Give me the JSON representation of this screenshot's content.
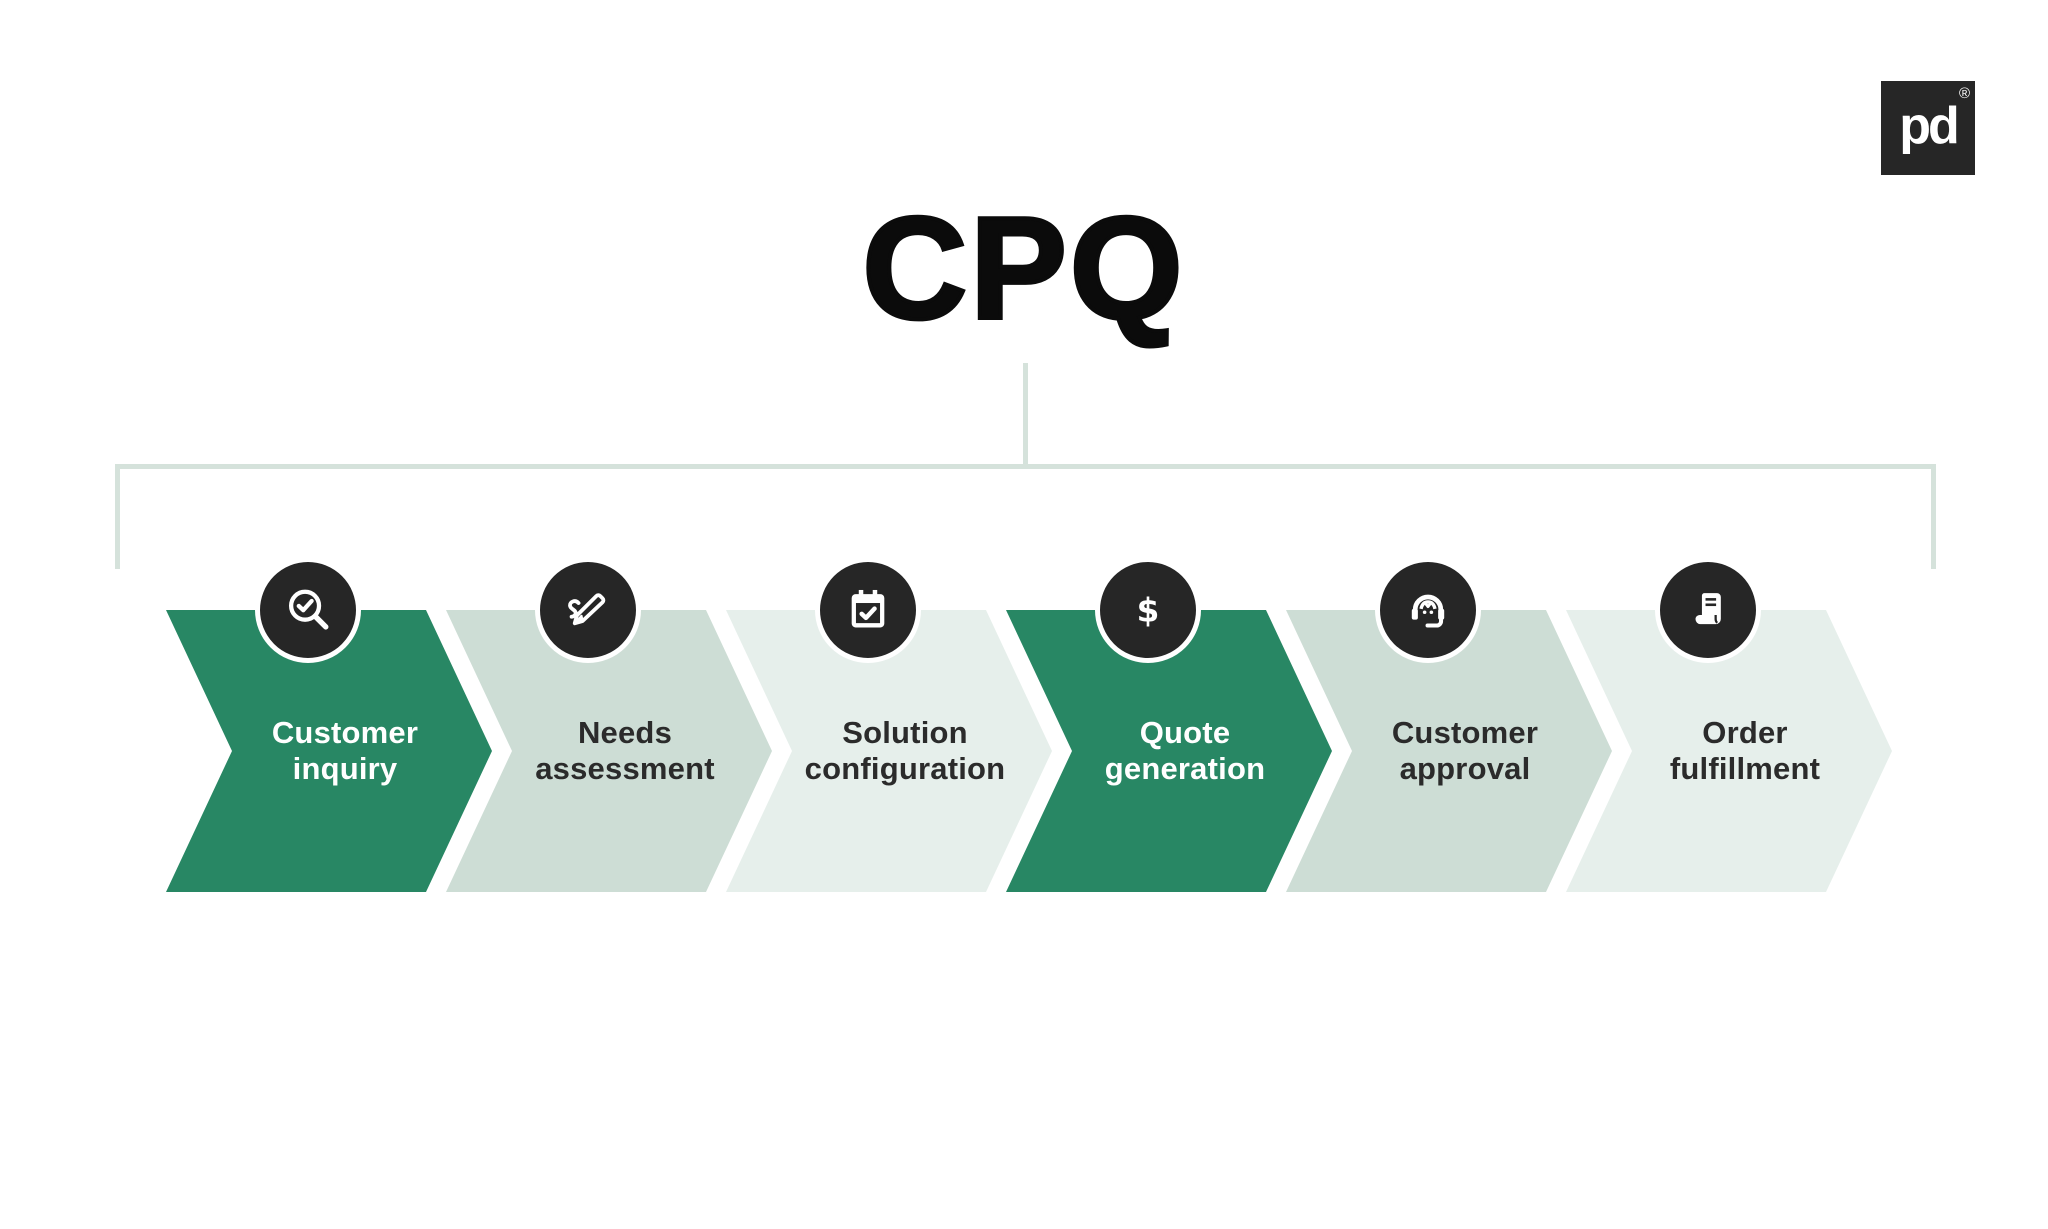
{
  "page": {
    "background": "#ffffff"
  },
  "title": "CPQ",
  "logo": {
    "mark_text": "pd",
    "registered_symbol": "®",
    "bg_color": "#262626",
    "fg_color": "#ffffff"
  },
  "connector": {
    "color": "#d5e2db"
  },
  "icon_badge": {
    "bg_color": "#262626",
    "glyph_color": "#ffffff"
  },
  "colors": {
    "green": "#288764",
    "sage": "#cdddd5",
    "pale": "#e6efeb",
    "dark_text": "#2b2b2b",
    "white_text": "#ffffff"
  },
  "steps": [
    {
      "label": "Customer inquiry",
      "icon": "search-check-icon",
      "fill": "#288764",
      "text_color": "#ffffff",
      "highlighted": true
    },
    {
      "label": "Needs assessment",
      "icon": "signature-pen-icon",
      "fill": "#cdddd5",
      "text_color": "#2b2b2b",
      "highlighted": false
    },
    {
      "label": "Solution configuration",
      "icon": "calendar-check-icon",
      "fill": "#e6efeb",
      "text_color": "#2b2b2b",
      "highlighted": false
    },
    {
      "label": "Quote generation",
      "icon": "dollar-icon",
      "icon_glyph": "$",
      "fill": "#288764",
      "text_color": "#ffffff",
      "highlighted": true
    },
    {
      "label": "Customer approval",
      "icon": "headset-icon",
      "fill": "#cdddd5",
      "text_color": "#2b2b2b",
      "highlighted": false
    },
    {
      "label": "Order fulfillment",
      "icon": "receipt-icon",
      "fill": "#e6efeb",
      "text_color": "#2b2b2b",
      "highlighted": false
    }
  ]
}
